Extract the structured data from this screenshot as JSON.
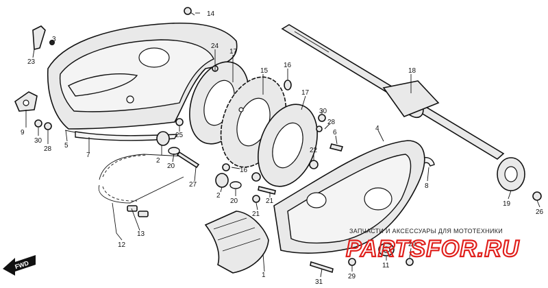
{
  "callouts": {
    "c1": "1",
    "c2a": "2",
    "c2b": "2",
    "c3": "3",
    "c4": "4",
    "c5": "5",
    "c6": "6",
    "c7": "7",
    "c8": "8",
    "c9": "9",
    "c11": "11",
    "c12": "12",
    "c13": "13",
    "c14": "14",
    "c15": "15",
    "c16a": "16",
    "c16b": "16",
    "c17a": "17",
    "c17b": "17",
    "c18": "18",
    "c19": "19",
    "c20a": "20",
    "c20b": "20",
    "c21a": "21",
    "c21b": "21",
    "c22": "22",
    "c23": "23",
    "c24": "24",
    "c25": "25",
    "c26": "26",
    "c27": "27",
    "c28a": "28",
    "c28b": "28",
    "c29a": "29",
    "c29b": "29",
    "c30a": "30",
    "c30b": "30",
    "c31": "31"
  },
  "fwd_label": "FWD",
  "watermark": {
    "line": "ЗАПЧАСТИ И АКСЕССУАРЫ ДЛЯ МОТОТЕХНИКИ",
    "logo": "PARTSFOR.RU"
  },
  "colors": {
    "watermark": "#e0201c",
    "line": "#111111"
  }
}
